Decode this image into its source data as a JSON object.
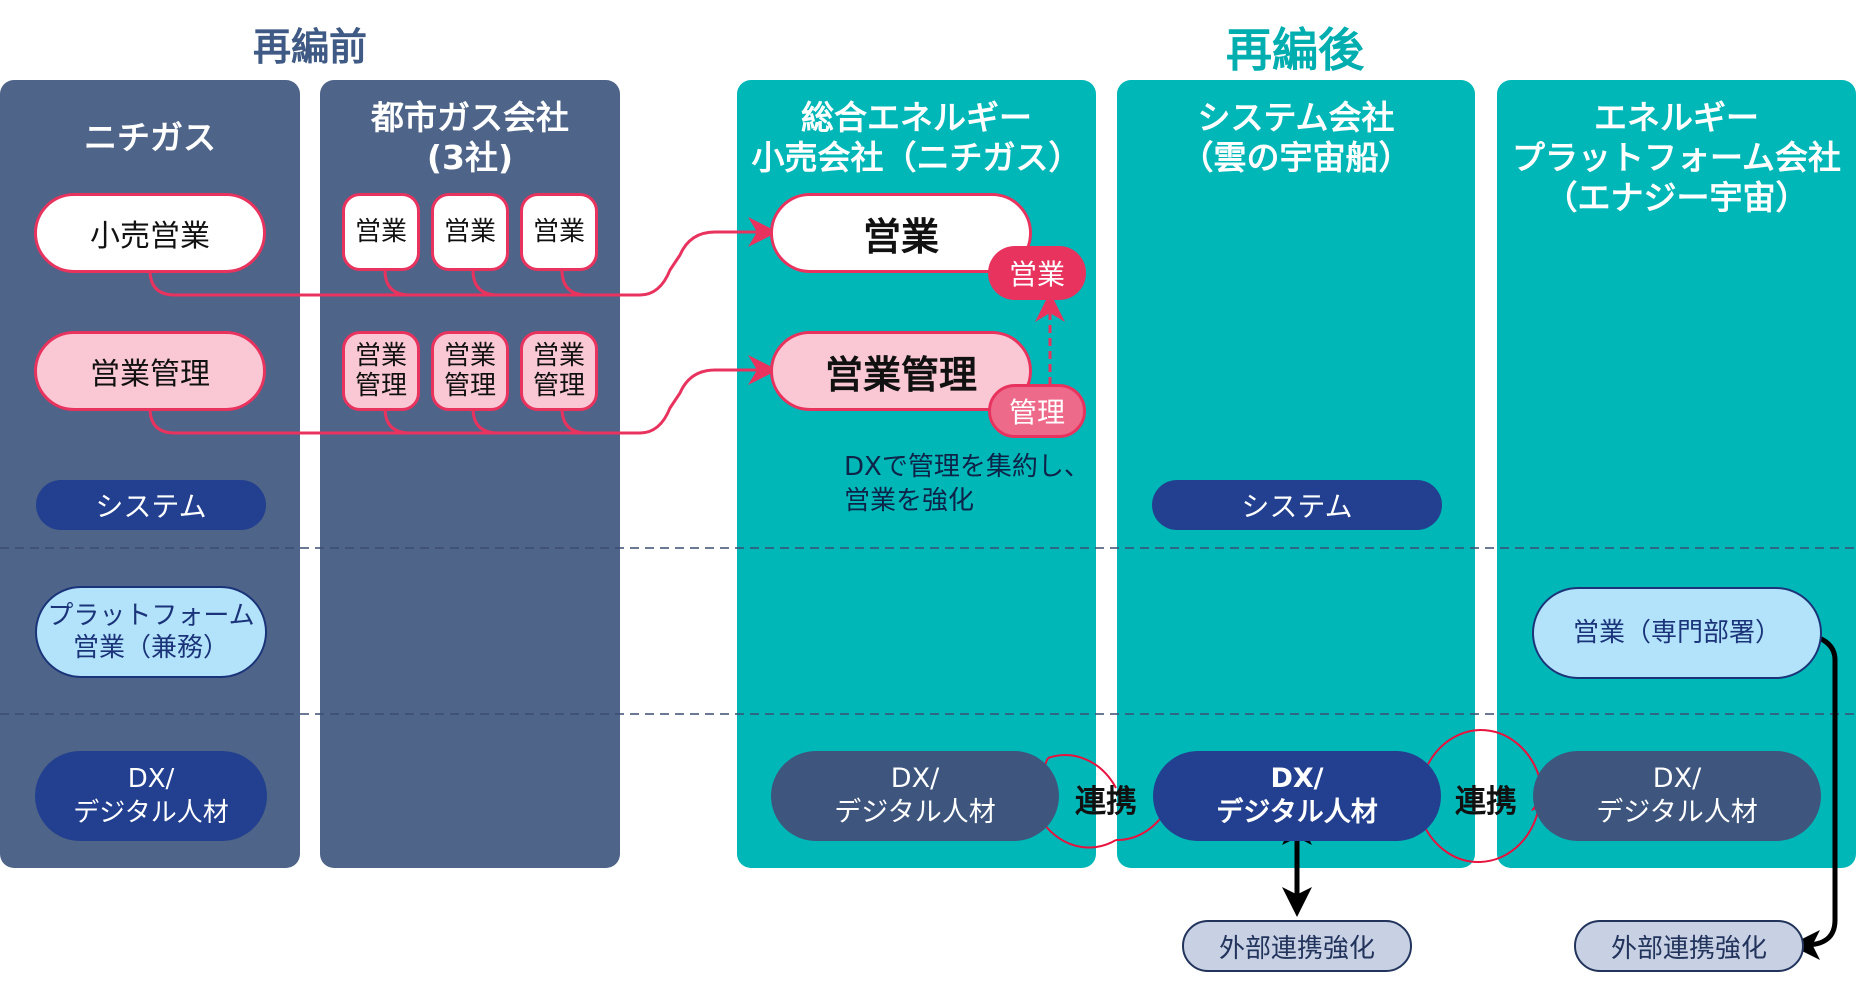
{
  "headings": {
    "before": "再編前",
    "after": "再編後"
  },
  "colors": {
    "before_heading": "#3f5a84",
    "after_heading": "#00aeb0",
    "before_panel": "#4e6488",
    "after_panel": "#00b7b8",
    "accent_red": "#e8335f",
    "navy": "#22408f"
  },
  "before": {
    "nichigas": {
      "title": "ニチガス",
      "retail_sales": "小売営業",
      "sales_management": "営業管理",
      "system": "システム",
      "platform_sales_line1": "プラットフォーム",
      "platform_sales_line2": "営業（兼務）",
      "dx_line1": "DX/",
      "dx_line2": "デジタル人材"
    },
    "city_gas": {
      "title_line1": "都市ガス会社",
      "title_line2": "(3社)",
      "sales": [
        "営業",
        "営業",
        "営業"
      ],
      "management_line1": [
        "営業",
        "営業",
        "営業"
      ],
      "management_line2": [
        "管理",
        "管理",
        "管理"
      ]
    }
  },
  "after": {
    "retail": {
      "title_line1": "総合エネルギー",
      "title_line2": "小売会社（ニチガス）",
      "sales": "営業",
      "sales_management": "営業管理",
      "sales_tag": "営業",
      "management_tag": "管理",
      "note_line1": "DXで管理を集約し、",
      "note_line2": "営業を強化",
      "dx_line1": "DX/",
      "dx_line2": "デジタル人材"
    },
    "system_company": {
      "title_line1": "システム会社",
      "title_line2": "（雲の宇宙船）",
      "system": "システム",
      "dx_line1": "DX/",
      "dx_line2": "デジタル人材",
      "external": "外部連携強化"
    },
    "platform_company": {
      "title_line1": "エネルギー",
      "title_line2": "プラットフォーム会社",
      "title_line3": "（エナジー宇宙）",
      "sales_dept": "営業（専門部署）",
      "dx_line1": "DX/",
      "dx_line2": "デジタル人材",
      "external": "外部連携強化"
    },
    "collaboration_labels": [
      "連携",
      "連携"
    ]
  }
}
